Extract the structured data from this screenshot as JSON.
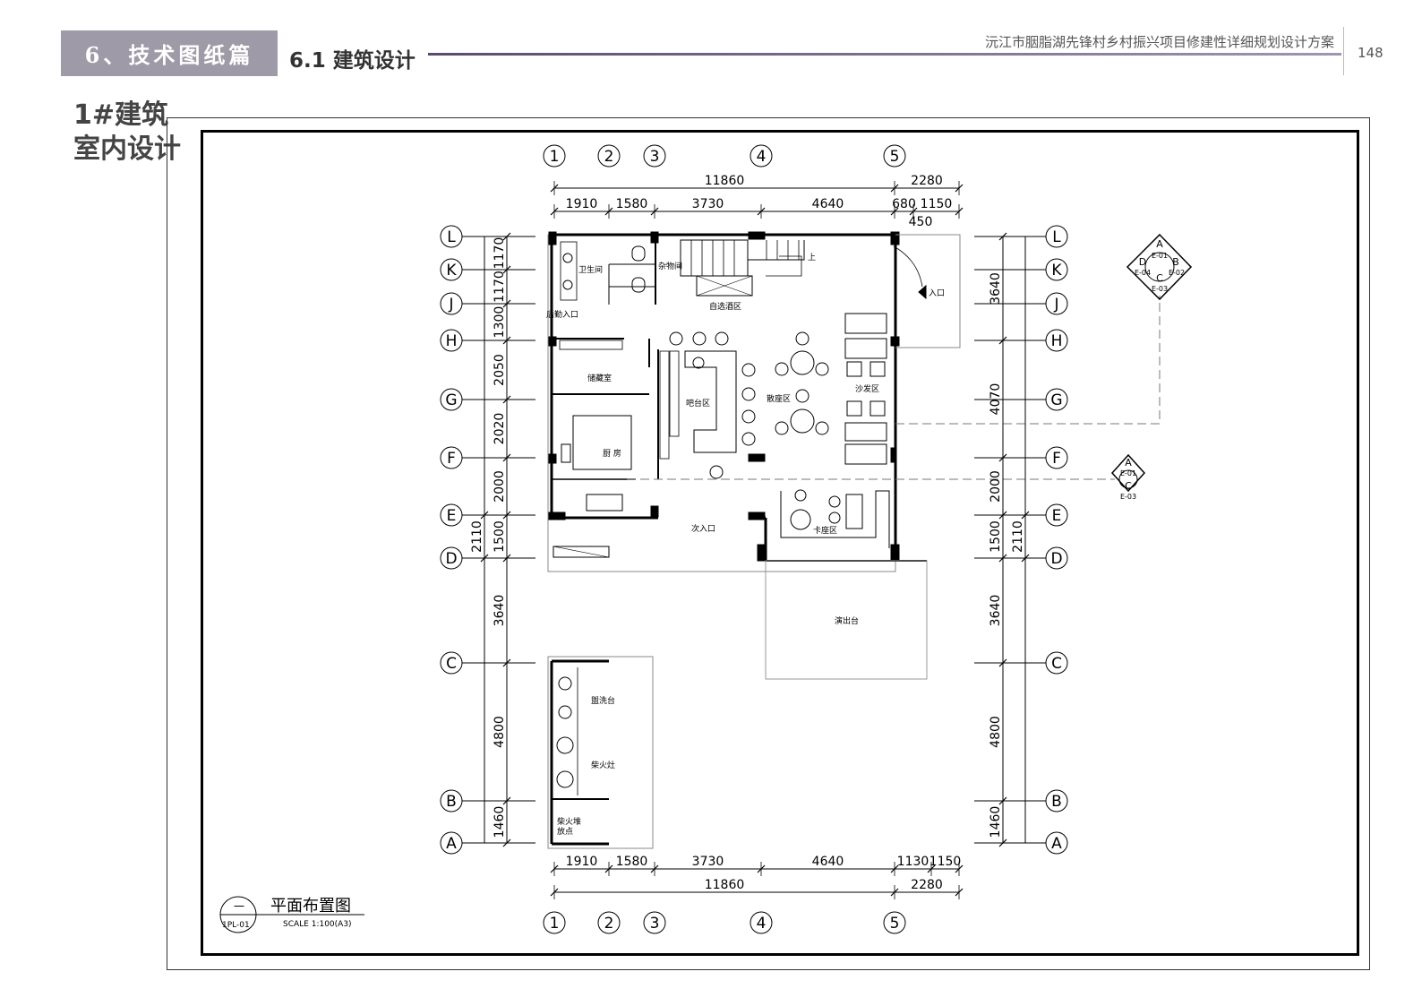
{
  "header": {
    "section_tag": "6、技术图纸篇",
    "sub_section": "6.1 建筑设计",
    "project_title": "沅江市胭脂湖先锋村乡村振兴项目修建性详细规划设计方案",
    "page_number": "148"
  },
  "page_title": {
    "line1": "1#建筑",
    "line2": "室内设计"
  },
  "axes": {
    "columns": [
      "1",
      "2",
      "3",
      "4",
      "5"
    ],
    "rows": [
      "L",
      "K",
      "J",
      "H",
      "G",
      "F",
      "E",
      "D",
      "C",
      "B",
      "A"
    ]
  },
  "dimensions": {
    "top_total": "11860",
    "top_total_right": "2280",
    "top_segments": [
      "1910",
      "1580",
      "3730",
      "4640",
      "680",
      "1150"
    ],
    "top_extra": "450",
    "bottom_total": "11860",
    "bottom_total_right": "2280",
    "bottom_segments": [
      "1910",
      "1580",
      "3730",
      "4640",
      "1130",
      "1150"
    ],
    "left_segments": [
      "1170",
      "1170",
      "1300",
      "2050",
      "2020",
      "2000",
      "1500",
      "3640",
      "4800",
      "1460"
    ],
    "left_extra": "2110",
    "right_segments": [
      "3640",
      "4070",
      "2000",
      "1500",
      "3640",
      "4800",
      "1460"
    ],
    "right_extra": "2110"
  },
  "rooms": {
    "toilet": "卫生间",
    "storage": "杂物间",
    "self_service": "自选酒区",
    "entrance": "入口",
    "back_entrance": "后勤入口",
    "pantry": "储藏室",
    "bar": "吧台区",
    "loose_seating": "散座区",
    "sofa": "沙发区",
    "kitchen": "厨 房",
    "secondary_entrance": "次入口",
    "booth": "卡座区",
    "stage": "演出台",
    "wash_basin": "盥洗台",
    "firepit": "柴火灶",
    "firewood": "柴火堆",
    "firewood_2": "放点",
    "stair_up": "上"
  },
  "index_symbols": {
    "main": [
      "A",
      "B",
      "C",
      "D"
    ],
    "main_refs": [
      "E-01",
      "E-02",
      "E-03",
      "E-04"
    ],
    "second": [
      "A",
      "C"
    ],
    "second_refs": [
      "E-01",
      "E-03"
    ]
  },
  "drawing_title": {
    "symbol": "一",
    "symbol_ref": "1PL-01",
    "name": "平面布置图",
    "scale": "SCALE 1:100(A3)"
  }
}
